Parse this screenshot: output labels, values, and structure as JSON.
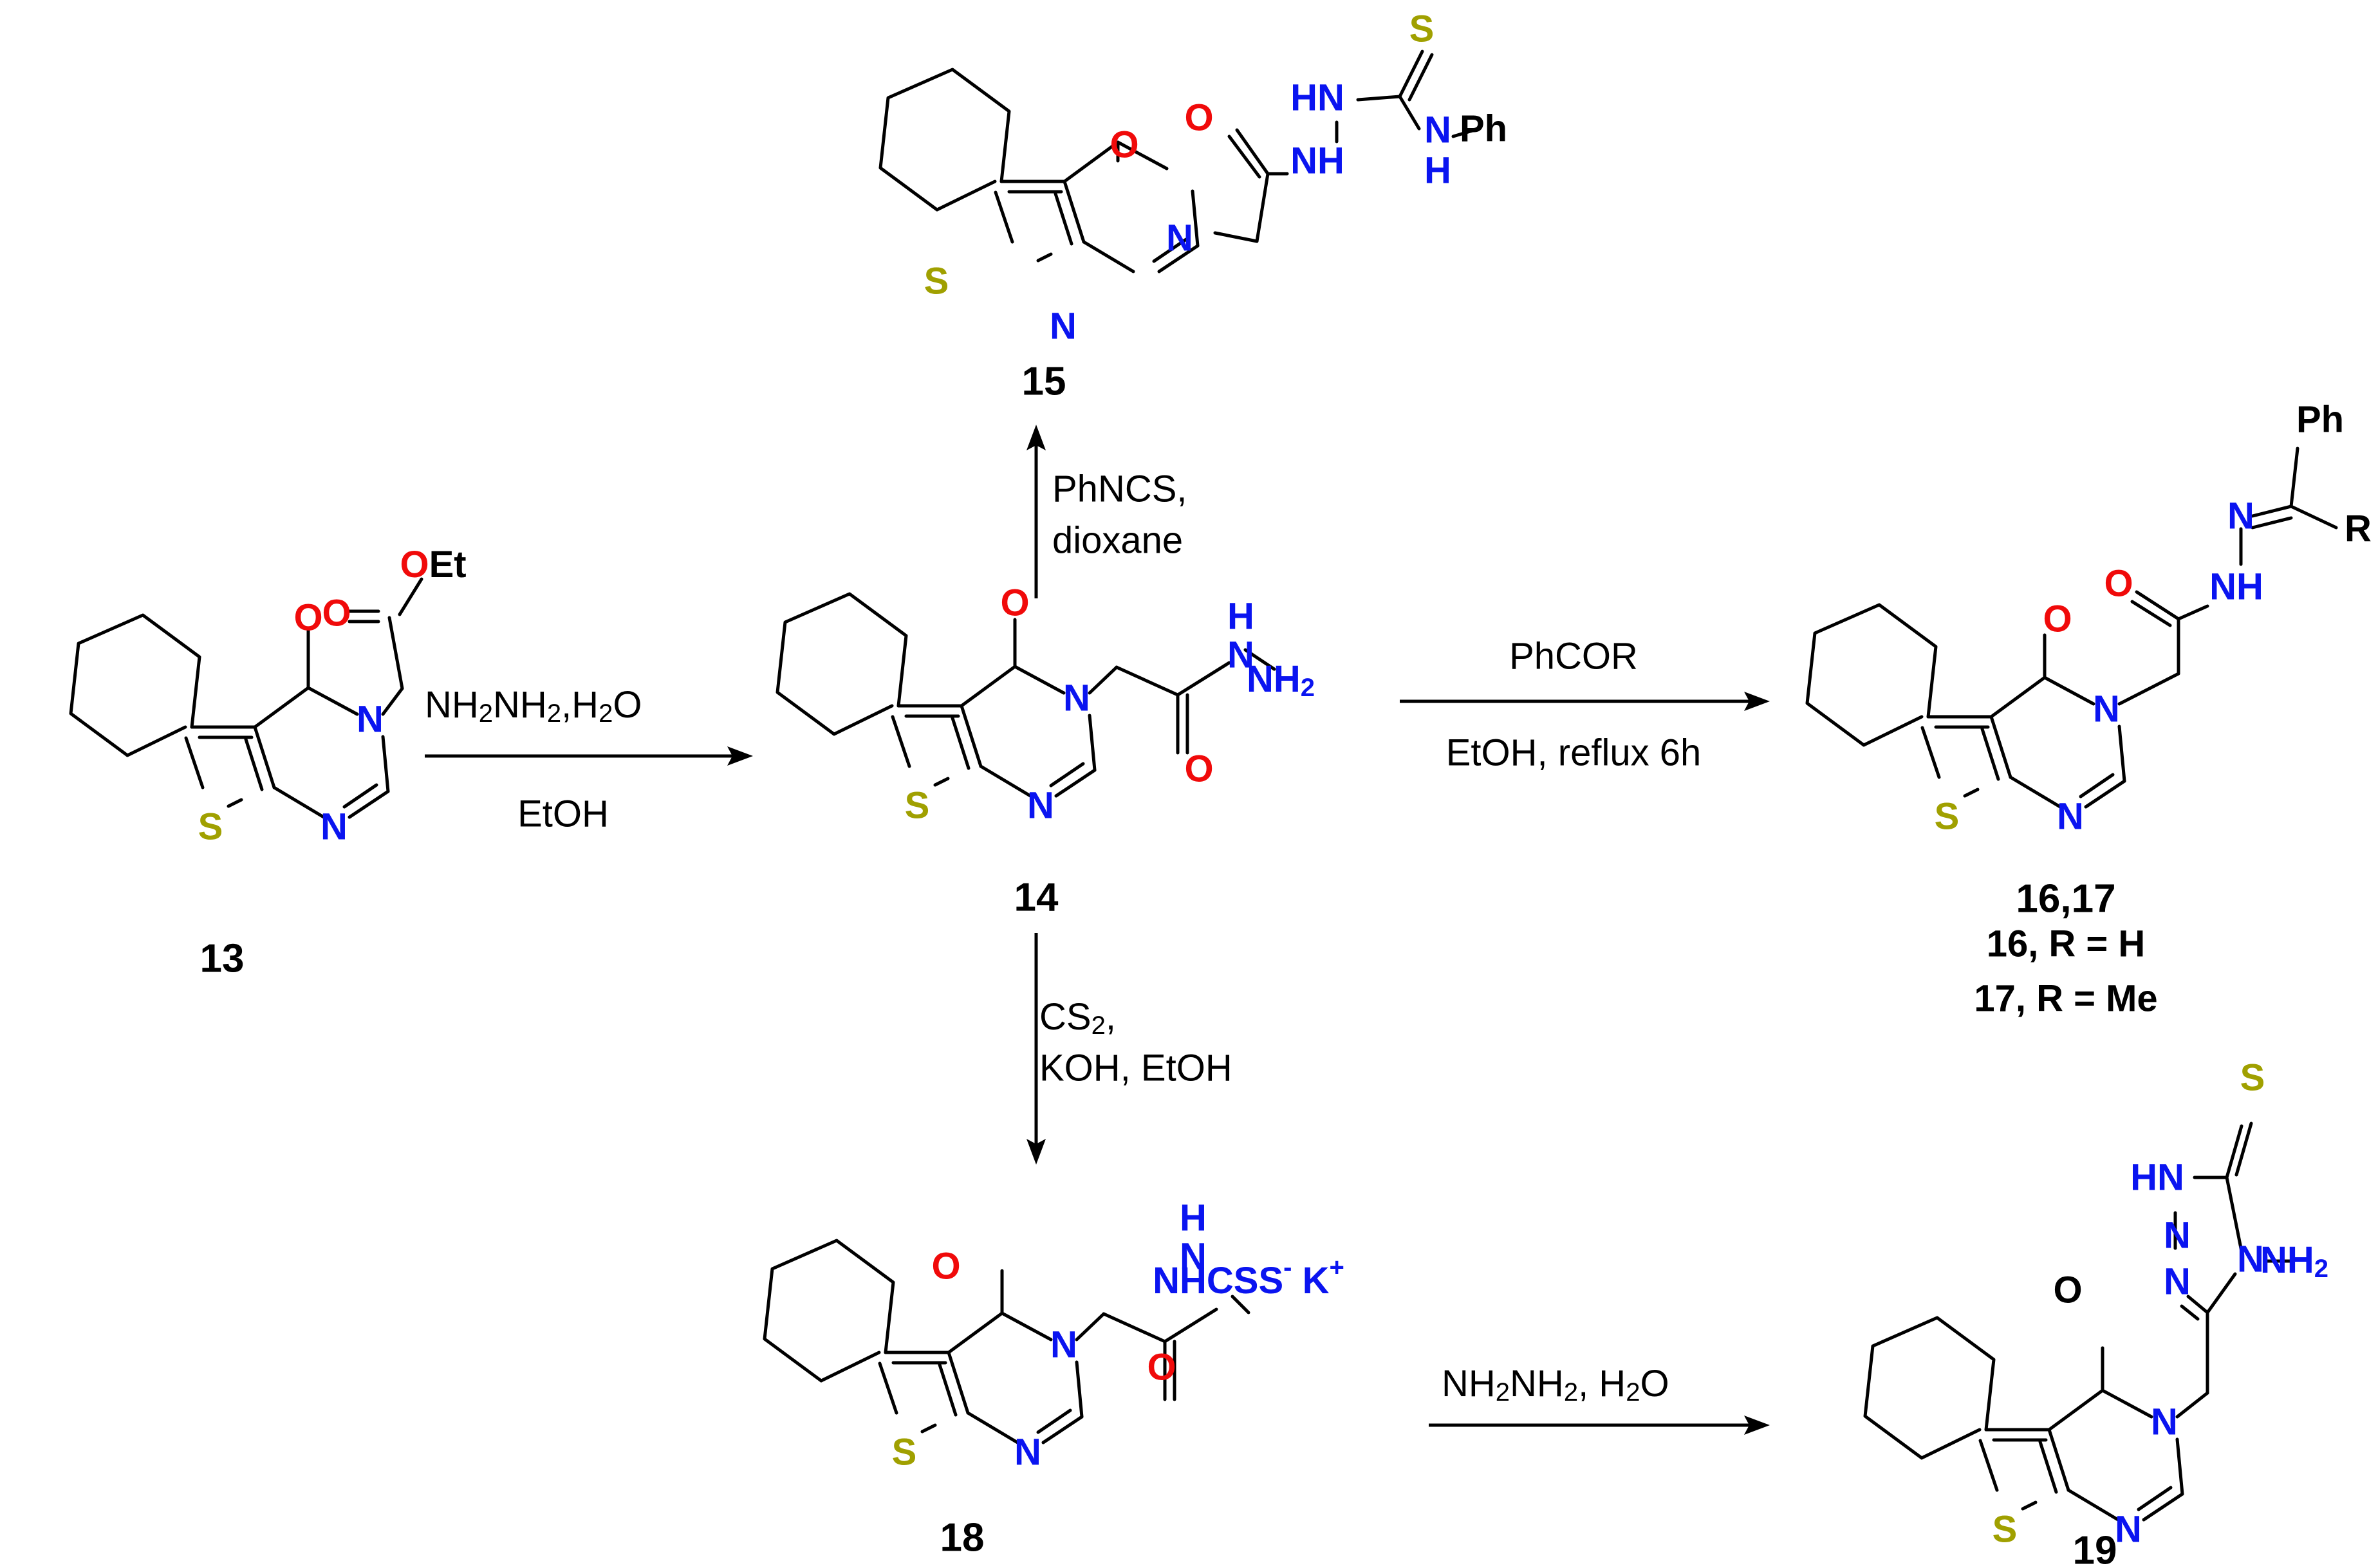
{
  "colors": {
    "N": "#0A14F0",
    "O": "#F00A0A",
    "S": "#A0A000",
    "C": "#000000"
  },
  "compound_labels": {
    "c13": "13",
    "c14": "14",
    "c15": "15",
    "c1617": "16,17",
    "c18": "18",
    "c19": "19"
  },
  "r_notes": {
    "r16": "16, R = H",
    "r17": "17, R = Me"
  },
  "conditions": {
    "hydrazine_base": "NH",
    "hydrazine_sub": "2",
    "hydrazine_mid": "NH",
    "hydrazine_sub2": "2",
    "hydrazine_water": ",H",
    "hydrazine_sub3": "2",
    "hydrazine_o": "O",
    "etoh": "EtOH",
    "phncs": "PhNCS,",
    "dioxane": "dioxane",
    "phcor": "PhCOR",
    "etoh_reflux": "EtOH, reflux 6h",
    "cs2_base": "CS",
    "cs2_sub": "2",
    "cs2_comma": ",",
    "koh_etoh": "KOH, EtOH",
    "hyd2_base": "NH",
    "hyd2_sub": "2",
    "hyd2_mid": "NH",
    "hyd2_sub2": "2",
    "hyd2_water": ", H",
    "hyd2_sub3": "2",
    "hyd2_o": "O"
  },
  "atoms": {
    "S": "S",
    "N": "N",
    "O": "O",
    "H": "H",
    "NH": "NH",
    "HN": "HN",
    "NH2": "NH",
    "two": "2",
    "OEt_O": "O",
    "OEt_Et": "Et",
    "Ph": "Ph",
    "R": "R",
    "NHCSS": "NHCSS",
    "minus": "-",
    "K": "K",
    "plus": "+"
  }
}
